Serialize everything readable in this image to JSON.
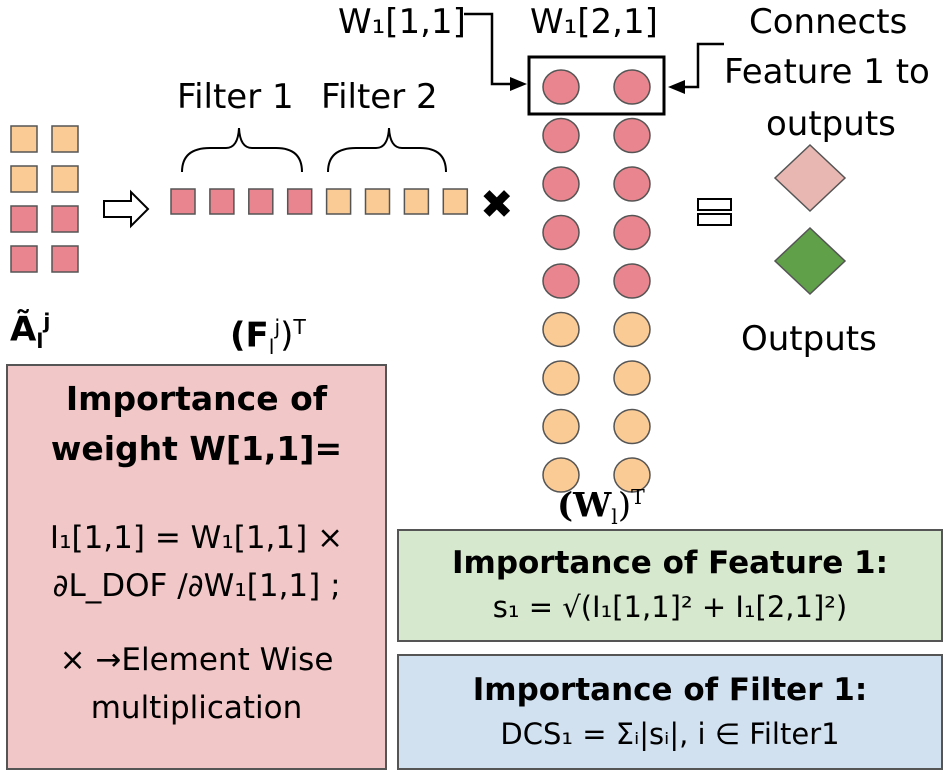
{
  "labels": {
    "w11": "W₁[1,1]",
    "w21": "W₁[2,1]",
    "connects": [
      "Connects",
      "Feature 1 to",
      "outputs"
    ],
    "filter1": "Filter 1",
    "filter2": "Filter 2",
    "a_sym": "Ã",
    "a_sub": "l",
    "a_sup": "j",
    "f_sym": "(F",
    "f_sub": "l",
    "f_sup": "j",
    "f_close": ")",
    "f_t": "T",
    "w_sym": "(W",
    "w_sub": "l",
    "w_close": ")",
    "w_t": "T",
    "outputs": "Outputs",
    "times": "✖",
    "equals": "="
  },
  "colors": {
    "pink_cell": "#e8858e",
    "orange_cell": "#fbcb95",
    "cell_border": "#555555",
    "pink_diamond": "#e9b7b2",
    "green_diamond": "#5fa048",
    "pink_box": "#f2c7c8",
    "green_box": "#d6e8cd",
    "blue_box": "#d2e1f0"
  },
  "weight_box": {
    "title": [
      "Importance of",
      "weight W[1,1]="
    ],
    "formula1": "I₁[1,1] = W₁[1,1] ×",
    "formula2": "∂L_DOF /∂W₁[1,1] ;",
    "note": [
      "× →Element Wise",
      "multiplication"
    ]
  },
  "feature_box": {
    "title": "Importance of Feature 1:",
    "formula": "s₁ = √(I₁[1,1]² + I₁[2,1]²)"
  },
  "filter_box": {
    "title": "Importance of Filter 1:",
    "formula": "DCS₁ = Σᵢ|sᵢ|, i ∈ Filter1"
  },
  "grid_a": {
    "rows": 4,
    "cols": 2,
    "colors": [
      "orange",
      "orange",
      "orange",
      "orange",
      "pink",
      "pink",
      "pink",
      "pink"
    ]
  },
  "feature_row": {
    "colors": [
      "pink",
      "pink",
      "pink",
      "pink",
      "orange",
      "orange",
      "orange",
      "orange"
    ]
  },
  "weight_matrix": {
    "rows": [
      "pink",
      "pink",
      "pink",
      "pink",
      "pink",
      "orange",
      "orange",
      "orange",
      "orange"
    ]
  }
}
